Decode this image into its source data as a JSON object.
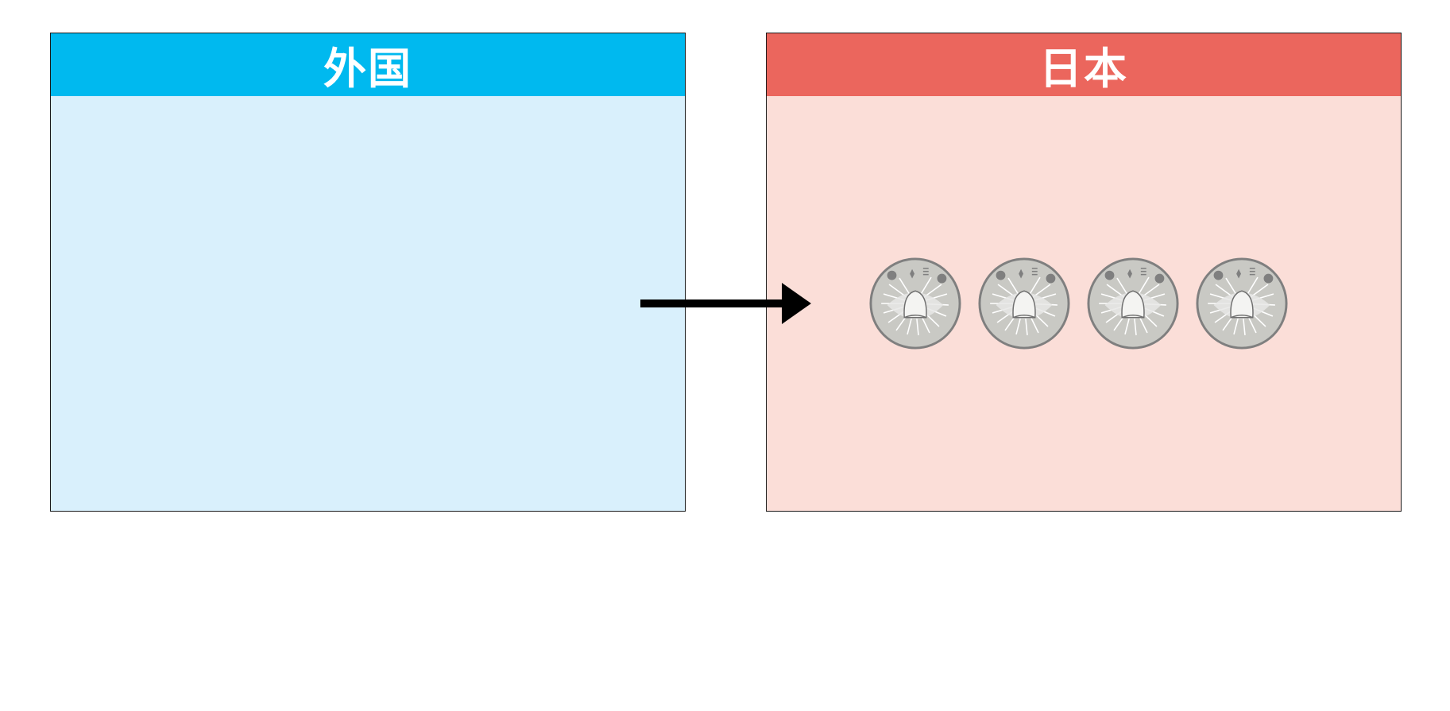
{
  "panels": {
    "foreign": {
      "title": "外国",
      "header_color": "#00b9ef",
      "body_color": "#d9f0fc"
    },
    "japan": {
      "title": "日本",
      "header_color": "#eb665d",
      "body_color": "#fbded8"
    }
  },
  "arrow": {
    "direction": "right",
    "color": "#000000"
  },
  "coins": {
    "count": 4,
    "icon": "one-yen-coin-icon",
    "color": "#c8c8c3"
  }
}
